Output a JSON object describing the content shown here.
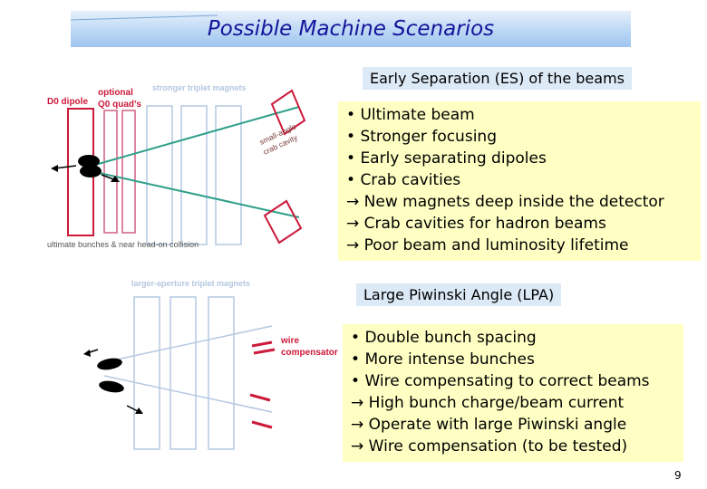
{
  "slide": {
    "title": "Possible Machine Scenarios",
    "page_number": "9"
  },
  "es": {
    "heading": "Early Separation (ES) of the beams",
    "bullets": [
      {
        "marker": "•",
        "text": "Ultimate beam"
      },
      {
        "marker": "•",
        "text": "Stronger focusing"
      },
      {
        "marker": "•",
        "text": "Early separating dipoles"
      },
      {
        "marker": "•",
        "text": "Crab cavities"
      },
      {
        "marker": "→",
        "text": "New magnets deep inside the detector"
      },
      {
        "marker": "→",
        "text": "Crab cavities for hadron beams"
      },
      {
        "marker": "→",
        "text": "Poor beam and luminosity lifetime"
      }
    ]
  },
  "lpa": {
    "heading": "Large Piwinski Angle (LPA)",
    "bullets": [
      {
        "marker": "•",
        "text": "Double bunch spacing"
      },
      {
        "marker": "•",
        "text": "More intense bunches"
      },
      {
        "marker": "•",
        "text": "Wire compensating to correct beams"
      },
      {
        "marker": "→",
        "text": "High bunch charge/beam current"
      },
      {
        "marker": "→",
        "text": "Operate with large Piwinski angle"
      },
      {
        "marker": "→",
        "text": "Wire compensation (to be tested)"
      }
    ]
  },
  "diagram_top": {
    "d0_label": "D0 dipole",
    "optional_line1": "optional",
    "optional_line2": "Q0 quad’s",
    "triplet_label": "stronger triplet magnets",
    "crab_line1": "small-angle",
    "crab_line2": "crab cavity",
    "caption": "ultimate bunches & near head-on collision"
  },
  "diagram_bottom": {
    "triplet_label": "larger-aperture triplet magnets",
    "wire_line1": "wire",
    "wire_line2": "compensator"
  },
  "colors": {
    "title_text": "#14149a",
    "magnet_blue": "#b4c8e0",
    "dipole_red": "#cc1a3a",
    "label_box_bg": "#dce9f6",
    "bullet_box_bg": "#ffffc4"
  }
}
